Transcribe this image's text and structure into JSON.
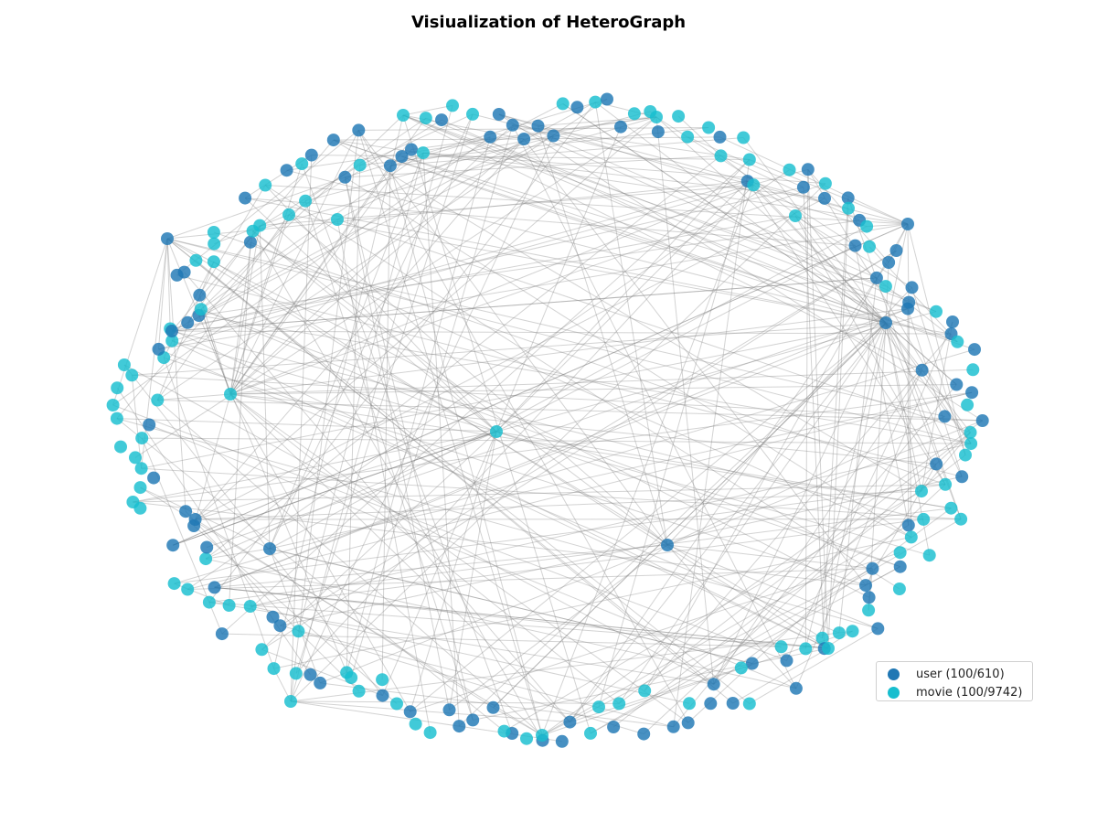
{
  "title": "Visiualization of HeteroGraph",
  "legend": [
    {
      "key": "user",
      "label": "user (100/610)",
      "color": "#1f77b4"
    },
    {
      "key": "movie",
      "label": "movie (100/9742)",
      "color": "#17becf"
    }
  ],
  "colors": {
    "user": "#1f77b4",
    "movie": "#17becf",
    "edge": "#808080"
  }
}
